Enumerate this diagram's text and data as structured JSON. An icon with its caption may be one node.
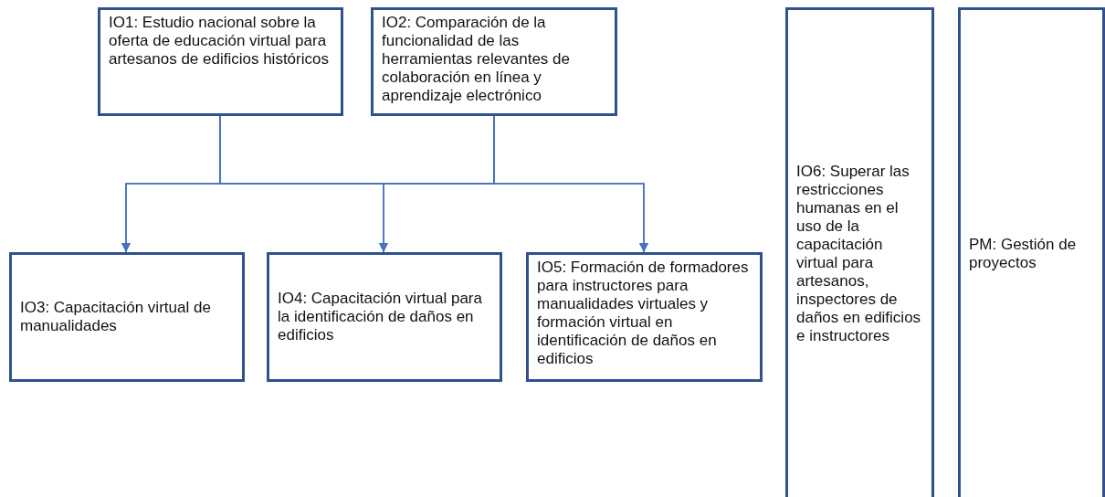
{
  "diagram": {
    "nodes": [
      {
        "text": [
          "IO1: Estudio nacional sobre la oferta de educación virtual para artesanos de edificios históricos"
        ]
      },
      {
        "text": [
          "IO2: Comparación de la funcionalidad de las herramientas relevantes de colaboración en línea y aprendizaje electrónico"
        ]
      },
      {
        "text": [
          "IO3: Capacitación virtual de manualidades"
        ]
      },
      {
        "text": [
          "IO4: Capacitación virtual para la identificación de daños en edificios"
        ]
      },
      {
        "text": [
          "IO5: Formación de formadores para instructores para manualidades virtuales y formación virtual en identificación de daños en edificios"
        ]
      },
      {
        "text": [
          "IO6: Superar las restricciones humanas en el uso de la capacitación virtual para artesanos, inspectores de daños en edificios e instructores"
        ]
      },
      {
        "text": [
          "PM: Gestión de proyectos"
        ]
      }
    ],
    "edges": [
      {
        "from": 0,
        "to": 2,
        "arrow": "to"
      },
      {
        "from": 0,
        "to": 3,
        "arrow": "to"
      },
      {
        "from": 0,
        "to": 4,
        "arrow": "to"
      },
      {
        "from": 1,
        "to": 2,
        "arrow": "to"
      },
      {
        "from": 1,
        "to": 3,
        "arrow": "to"
      },
      {
        "from": 1,
        "to": 4,
        "arrow": "to"
      }
    ]
  }
}
